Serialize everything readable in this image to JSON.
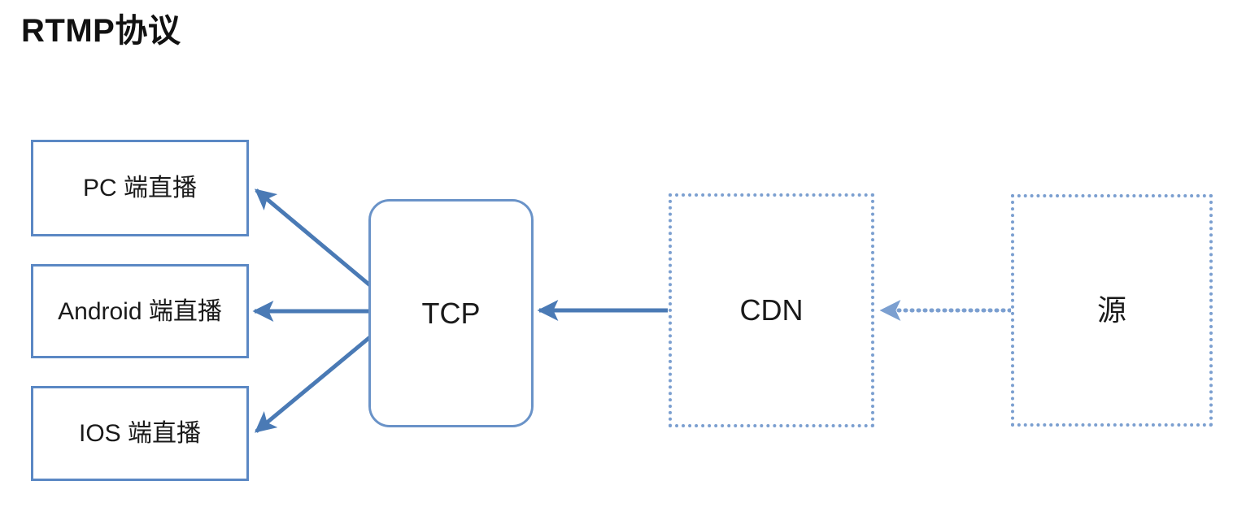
{
  "page": {
    "title": "RTMP协议",
    "background_color": "#ffffff"
  },
  "colors": {
    "node_border_solid": "#5b88c4",
    "node_border_rounded": "#6a93c8",
    "node_border_dotted": "#7b9fd0",
    "edge_solid": "#4a7ab5",
    "edge_dotted": "#7b9fd0",
    "text": "#1a1a1a"
  },
  "diagram": {
    "type": "flow-diagram",
    "nodes": [
      {
        "id": "pc",
        "label": "PC 端直播",
        "shape": "rectangle",
        "border": "solid"
      },
      {
        "id": "android",
        "label": "Android 端直播",
        "shape": "rectangle",
        "border": "solid"
      },
      {
        "id": "ios",
        "label": "IOS 端直播",
        "shape": "rectangle",
        "border": "solid"
      },
      {
        "id": "tcp",
        "label": "TCP",
        "shape": "rounded-rectangle",
        "border": "solid"
      },
      {
        "id": "cdn",
        "label": "CDN",
        "shape": "rectangle",
        "border": "dotted"
      },
      {
        "id": "origin",
        "label": "源",
        "shape": "rectangle",
        "border": "dotted"
      }
    ],
    "edges": [
      {
        "id": "tcp-to-pc",
        "from": "tcp",
        "to": "pc",
        "style": "solid",
        "arrow": "to"
      },
      {
        "id": "tcp-to-android",
        "from": "tcp",
        "to": "android",
        "style": "solid",
        "arrow": "to"
      },
      {
        "id": "tcp-to-ios",
        "from": "tcp",
        "to": "ios",
        "style": "solid",
        "arrow": "to"
      },
      {
        "id": "cdn-to-tcp",
        "from": "cdn",
        "to": "tcp",
        "style": "solid",
        "arrow": "to"
      },
      {
        "id": "origin-to-cdn",
        "from": "origin",
        "to": "cdn",
        "style": "dotted",
        "arrow": "to"
      }
    ]
  }
}
